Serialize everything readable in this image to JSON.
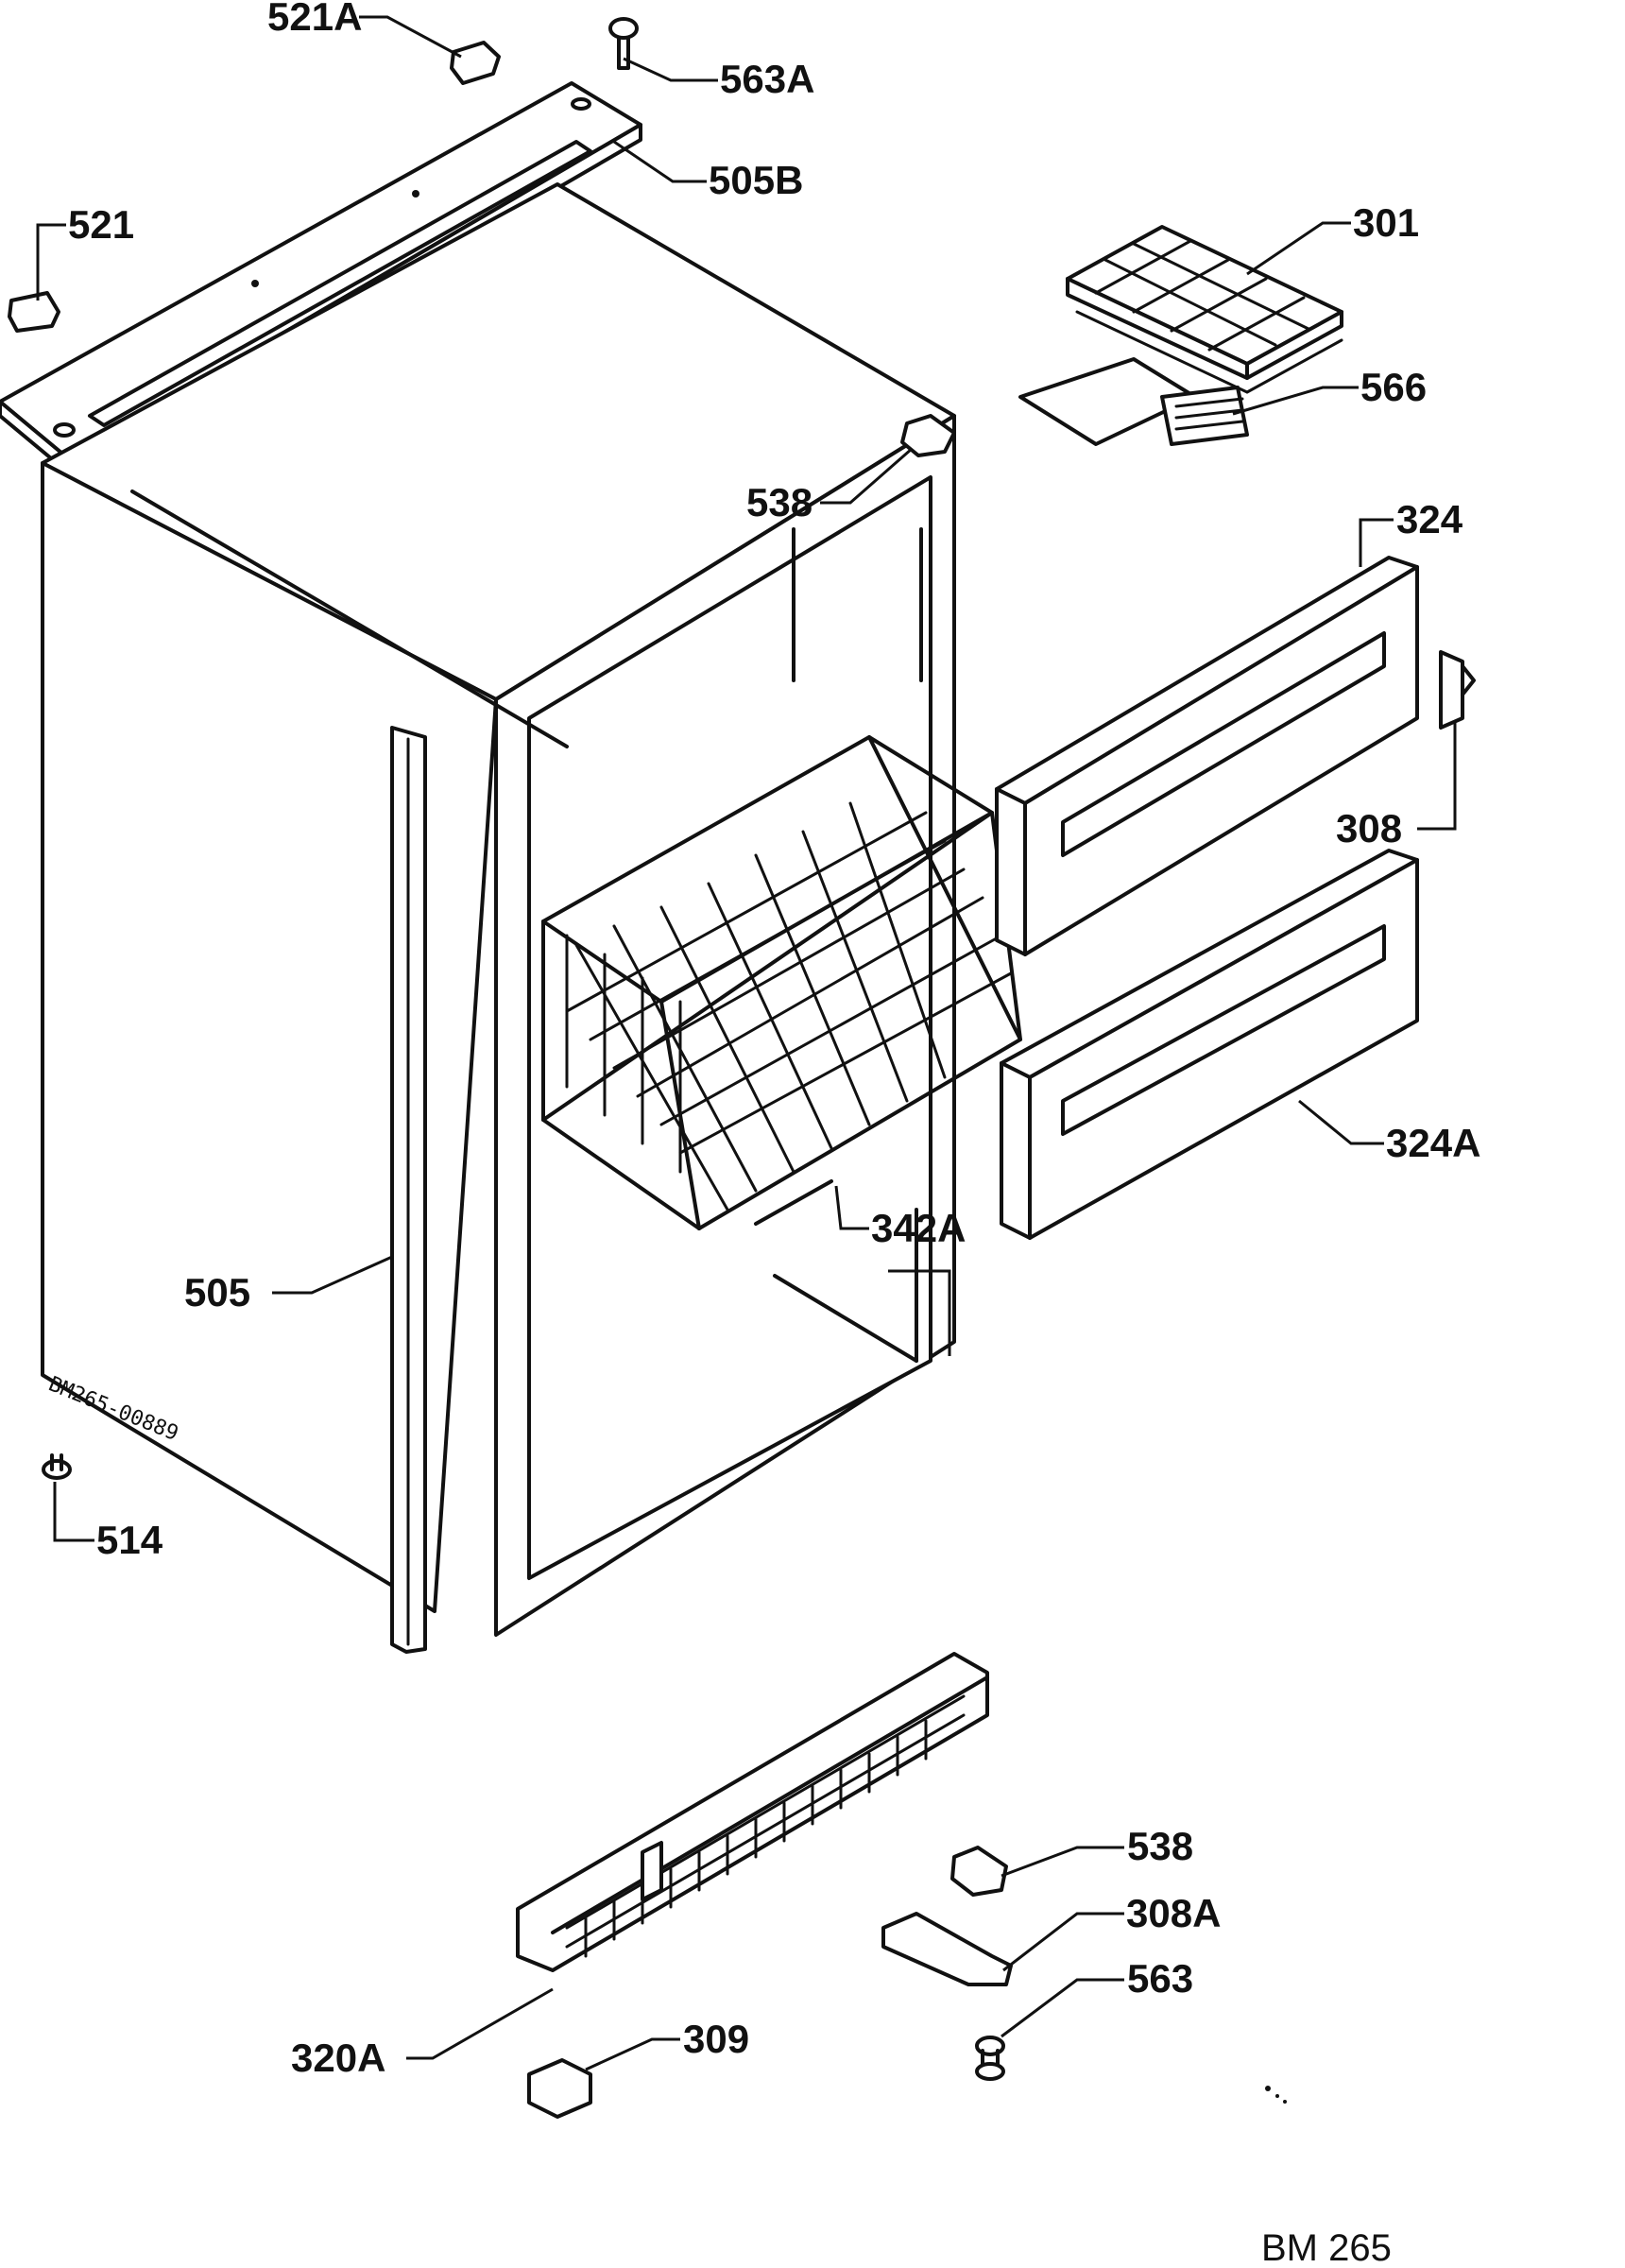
{
  "diagram": {
    "labels": {
      "p521A": "521A",
      "p563A": "563A",
      "p505B": "505B",
      "p521": "521",
      "p301": "301",
      "p566": "566",
      "p538_top": "538",
      "p324": "324",
      "p308": "308",
      "p324A": "324A",
      "p342A": "342A",
      "p505": "505",
      "p514": "514",
      "p538_bottom": "538",
      "p308A": "308A",
      "p563": "563",
      "p320A": "320A",
      "p309": "309"
    },
    "stamp": "BM265-00889",
    "reference": "BM 265"
  }
}
